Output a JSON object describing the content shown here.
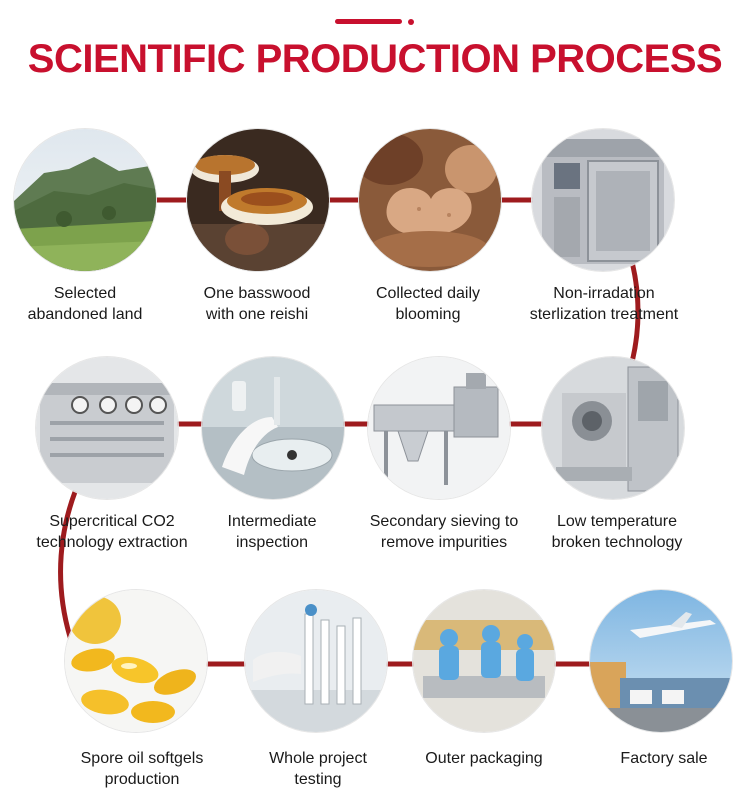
{
  "header": {
    "title": "SCIENTIFIC PRODUCTION PROCESS"
  },
  "colors": {
    "accent": "#c8102e",
    "connector": "#9e1b1e",
    "text": "#1a1a1a"
  },
  "steps": [
    {
      "caption_line1": "Selected",
      "caption_line2": "abandoned land",
      "photo": "mountain-landscape-photo"
    },
    {
      "caption_line1": "One basswood",
      "caption_line2": "with one reishi",
      "photo": "reishi-mushroom-photo"
    },
    {
      "caption_line1": "Collected daily",
      "caption_line2": "blooming",
      "photo": "spore-powder-photo"
    },
    {
      "caption_line1": "Non-irradation",
      "caption_line2": "sterlization treatment",
      "photo": "sterilization-machine-photo"
    },
    {
      "caption_line1": "Low temperature",
      "caption_line2": "broken technology",
      "photo": "low-temperature-mill-photo"
    },
    {
      "caption_line1": "Secondary sieving to",
      "caption_line2": "remove impurities",
      "photo": "sieving-machine-photo"
    },
    {
      "caption_line1": "Intermediate",
      "caption_line2": "inspection",
      "photo": "lab-inspection-photo"
    },
    {
      "caption_line1": "Supercritical CO2",
      "caption_line2": "technology extraction",
      "photo": "co2-extractor-photo"
    },
    {
      "caption_line1": "Spore oil softgels",
      "caption_line2": "production",
      "photo": "softgel-capsules-photo"
    },
    {
      "caption_line1": "Whole project",
      "caption_line2": "testing",
      "photo": "lab-testing-photo"
    },
    {
      "caption_line1": "Outer packaging",
      "caption_line2": "",
      "photo": "packaging-workers-photo"
    },
    {
      "caption_line1": "Factory sale",
      "caption_line2": "",
      "photo": "logistics-shipping-photo"
    }
  ]
}
